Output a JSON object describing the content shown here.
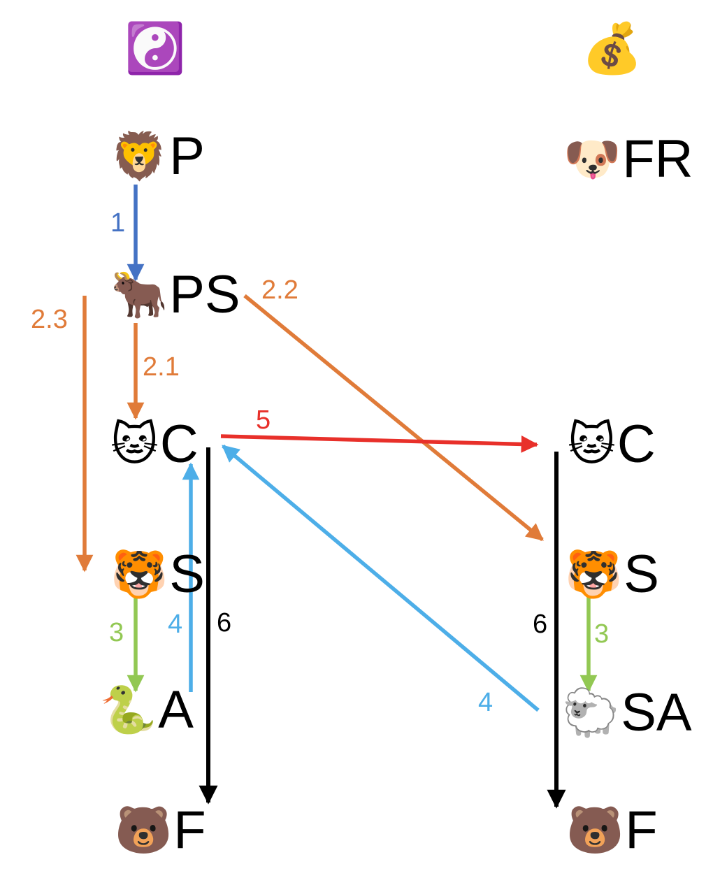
{
  "colors": {
    "blue": "#4472C4",
    "orange": "#E07B39",
    "red": "#E8302A",
    "green": "#92C853",
    "light_blue": "#4DAEE8",
    "black": "#000000"
  },
  "headers": {
    "left_icon": "☯️",
    "left_icon_name": "yin-yang-icon",
    "right_icon": "💰",
    "right_icon_name": "money-bag-icon"
  },
  "left_column": {
    "p": {
      "emoji": "🦁",
      "label": "P"
    },
    "ps": {
      "emoji": "🐂",
      "label": "PS"
    },
    "c": {
      "emoji": "🐱",
      "label": "C"
    },
    "s": {
      "emoji": "🐯",
      "label": "S"
    },
    "a": {
      "emoji": "🐍",
      "label": "A"
    },
    "f": {
      "emoji": "🐻",
      "label": "F"
    }
  },
  "right_column": {
    "fr": {
      "emoji": "🐶",
      "label": "FR"
    },
    "c": {
      "emoji": "🐱",
      "label": "C"
    },
    "s": {
      "emoji": "🐯",
      "label": "S"
    },
    "sa": {
      "emoji": "🐑",
      "label": "SA"
    },
    "f": {
      "emoji": "🐻",
      "label": "F"
    }
  },
  "steps": {
    "s1": "1",
    "s2_1": "2.1",
    "s2_2": "2.2",
    "s2_3": "2.3",
    "s3_left": "3",
    "s3_right": "3",
    "s4_left": "4",
    "s4_right": "4",
    "s5": "5",
    "s6_left": "6",
    "s6_right": "6"
  }
}
